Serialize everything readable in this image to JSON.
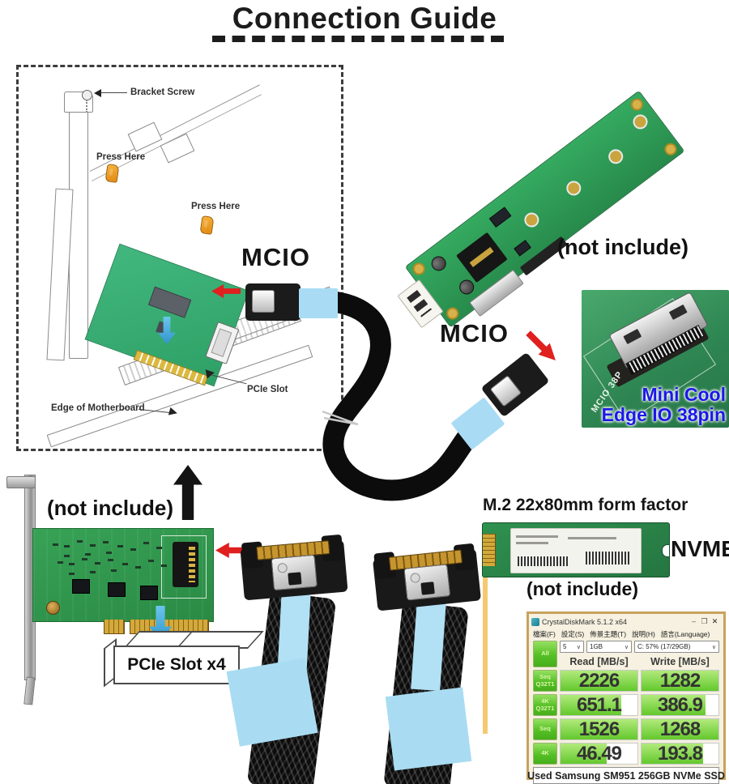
{
  "title": "Connection Guide",
  "colors": {
    "accent_red": "#e01f1f",
    "accent_blue": "#3fa9dc",
    "pcb_green": "#2f9e53",
    "cable_blue": "#a9dcf2",
    "cdm_green": "#55c026",
    "caption_blue": "#1b18e8",
    "window_border": "#c8a25f"
  },
  "diagram": {
    "bracket_screw_label": "Bracket Screw",
    "press_here_top": "Press Here",
    "press_here_right": "Press Here",
    "pcie_slot_label": "PCIe Slot",
    "edge_label": "Edge of Motherboard",
    "mcio_left": "MCIO",
    "mcio_right": "MCIO"
  },
  "top_right_board": {
    "not_include": "(not include)"
  },
  "mcio_photo": {
    "silkscreen": "MCIO 38P",
    "caption_line1": "Mini Cool",
    "caption_line2": "Edge IO 38pin"
  },
  "bottom_left": {
    "not_include": "(not include)",
    "slot_label": "PCIe Slot x4"
  },
  "m2_section": {
    "heading": "M.2 22x80mm form factor",
    "nvme": "NVME",
    "not_include": "(not include)"
  },
  "cdm": {
    "title": "CrystalDiskMark 5.1.2 x64",
    "window_controls": {
      "minimize": "–",
      "maximize": "❒",
      "close": "✕"
    },
    "menu": [
      "檔案(F)",
      "設定(S)",
      "佈景主題(T)",
      "說明(H)",
      "語言(Language)"
    ],
    "all_label": "All",
    "count_select": "5",
    "size_select": "1GB",
    "drive_select": "C: 57% (17/29GB)",
    "dropdown_chevron": "∨",
    "read_header": "Read [MB/s]",
    "write_header": "Write [MB/s]",
    "rows": [
      {
        "label1": "Seq",
        "label2": "Q32T1",
        "read": "2226",
        "write": "1282",
        "read_fill": 100,
        "write_fill": 100
      },
      {
        "label1": "4K",
        "label2": "Q32T1",
        "read": "651.1",
        "write": "386.9",
        "read_fill": 79,
        "write_fill": 83
      },
      {
        "label1": "Seq",
        "label2": "",
        "read": "1526",
        "write": "1268",
        "read_fill": 100,
        "write_fill": 100
      },
      {
        "label1": "4K",
        "label2": "",
        "read": "46.49",
        "write": "193.8",
        "read_fill": 60,
        "write_fill": 80
      }
    ],
    "footer": "Used Samsung SM951 256GB NVMe SSD"
  }
}
